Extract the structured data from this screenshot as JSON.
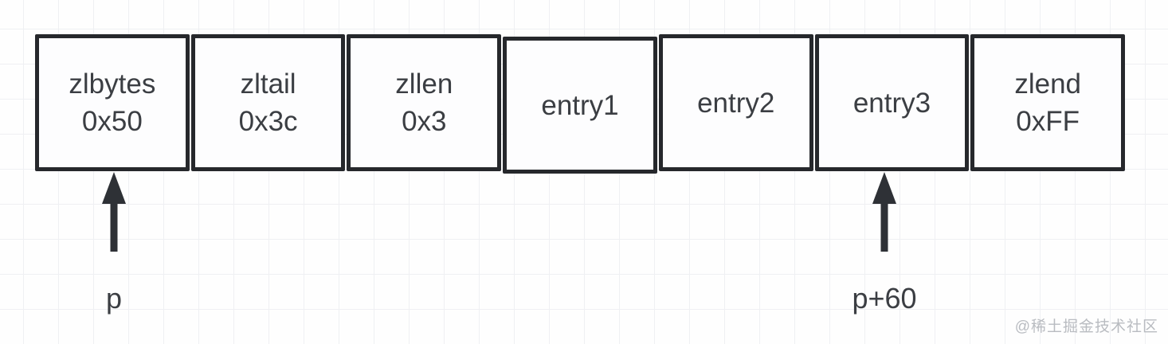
{
  "diagram": {
    "type": "ziplist-structure",
    "boxes": [
      {
        "name": "zlbytes",
        "label": "zlbytes",
        "value": "0x50"
      },
      {
        "name": "zltail",
        "label": "zltail",
        "value": "0x3c"
      },
      {
        "name": "zllen",
        "label": "zllen",
        "value": "0x3"
      },
      {
        "name": "entry1",
        "label": "entry1",
        "value": ""
      },
      {
        "name": "entry2",
        "label": "entry2",
        "value": ""
      },
      {
        "name": "entry3",
        "label": "entry3",
        "value": ""
      },
      {
        "name": "zlend",
        "label": "zlend",
        "value": "0xFF"
      }
    ],
    "pointers": [
      {
        "label": "p",
        "points_to": "zlbytes"
      },
      {
        "label": "p+60",
        "points_to": "entry3"
      }
    ],
    "watermark": "@稀土掘金技术社区",
    "colors": {
      "box_border": "#26282c",
      "text": "#3b3e43",
      "arrow": "#2e3136",
      "grid_line": "#eff0f3",
      "background": "#fefefe",
      "watermark": "#b9bcc1"
    }
  }
}
